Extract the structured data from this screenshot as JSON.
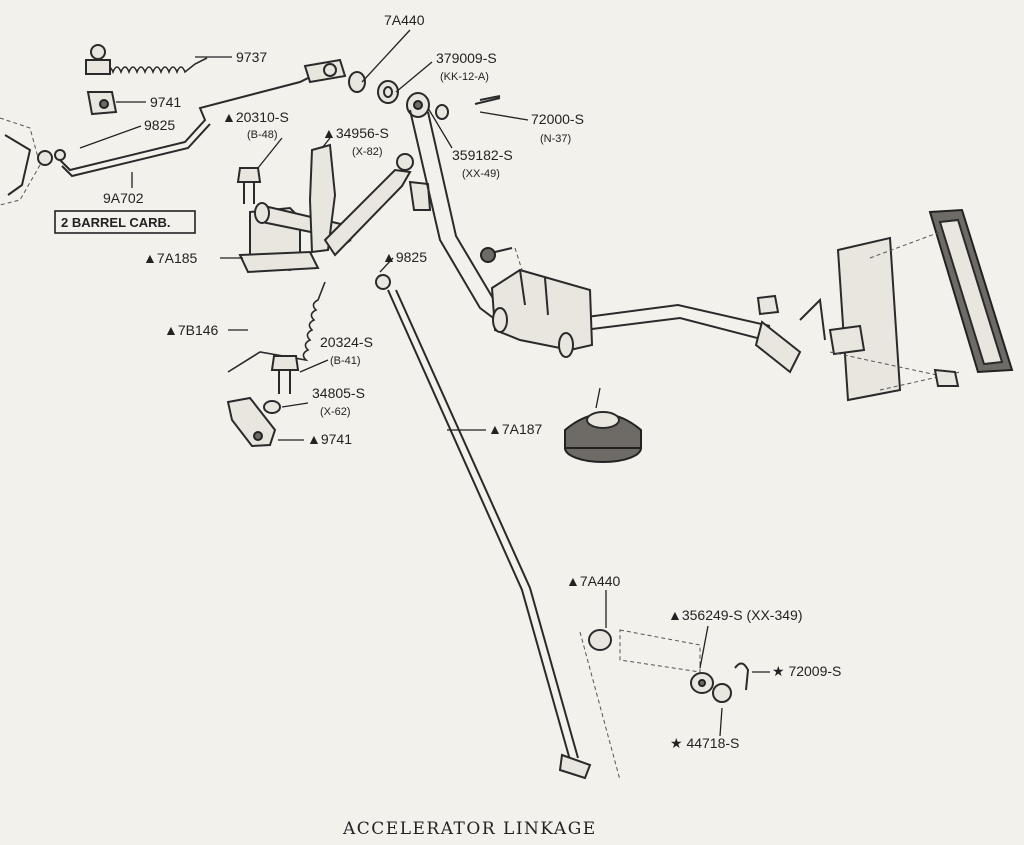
{
  "caption": "ACCELERATOR LINKAGE",
  "carb_box": "2 BARREL CARB.",
  "callouts": [
    {
      "id": "c-9737",
      "label": "9737",
      "sub": ""
    },
    {
      "id": "c-9741-top",
      "label": "9741",
      "sub": ""
    },
    {
      "id": "c-9825-top",
      "label": "9825",
      "sub": ""
    },
    {
      "id": "c-9a702",
      "label": "9A702",
      "sub": ""
    },
    {
      "id": "c-7a440-top",
      "label": "7A440",
      "sub": ""
    },
    {
      "id": "c-379009",
      "label": "379009-S",
      "sub": "(KK-12-A)"
    },
    {
      "id": "c-72000",
      "label": "72000-S",
      "sub": "(N-37)"
    },
    {
      "id": "c-359182",
      "label": "359182-S",
      "sub": "(XX-49)"
    },
    {
      "id": "c-20310",
      "label": "▲20310-S",
      "sub": "(B-48)"
    },
    {
      "id": "c-34956",
      "label": "▲34956-S",
      "sub": "(X-82)"
    },
    {
      "id": "c-9825-mid",
      "label": "▲9825",
      "sub": ""
    },
    {
      "id": "c-7a185",
      "label": "▲7A185",
      "sub": ""
    },
    {
      "id": "c-7b146",
      "label": "▲7B146",
      "sub": ""
    },
    {
      "id": "c-20324",
      "label": "20324-S",
      "sub": "(B-41)"
    },
    {
      "id": "c-34805",
      "label": "34805-S",
      "sub": "(X-62)"
    },
    {
      "id": "c-9741-low",
      "label": "▲9741",
      "sub": ""
    },
    {
      "id": "c-7a187",
      "label": "▲7A187",
      "sub": ""
    },
    {
      "id": "c-7a440-low",
      "label": "▲7A440",
      "sub": ""
    },
    {
      "id": "c-356249",
      "label": "▲356249-S (XX-349)",
      "sub": ""
    },
    {
      "id": "c-72009",
      "label": "★ 72009-S",
      "sub": ""
    },
    {
      "id": "c-44718",
      "label": "★ 44718-S",
      "sub": ""
    }
  ]
}
